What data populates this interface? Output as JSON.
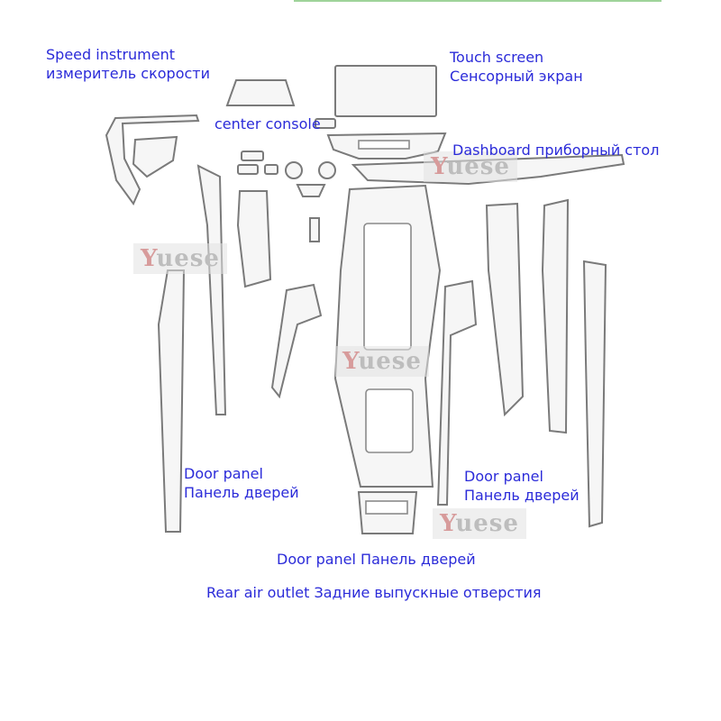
{
  "labels": {
    "speed_instrument": {
      "en": "Speed instrument",
      "ru": "измеритель скорости"
    },
    "center_console": {
      "en": "center console"
    },
    "touch_screen": {
      "en": "Touch screen",
      "ru": "Сенсорный экран"
    },
    "dashboard": {
      "text": "Dashboard приборный стол"
    },
    "door_panel_left": {
      "en": "Door panel",
      "ru": "Панель дверей"
    },
    "door_panel_right": {
      "en": "Door panel",
      "ru": "Панель дверей"
    },
    "door_panel_bottom": {
      "text": "Door panel  Панель дверей"
    },
    "rear_air_outlet": {
      "text": "Rear air outlet  Задние выпускные отверстия"
    }
  },
  "watermark": {
    "first": "Y",
    "rest": "uese"
  },
  "colors": {
    "label": "#2b2bd9",
    "outline": "#7a7a7a",
    "watermark_y": "#d79b9b"
  }
}
